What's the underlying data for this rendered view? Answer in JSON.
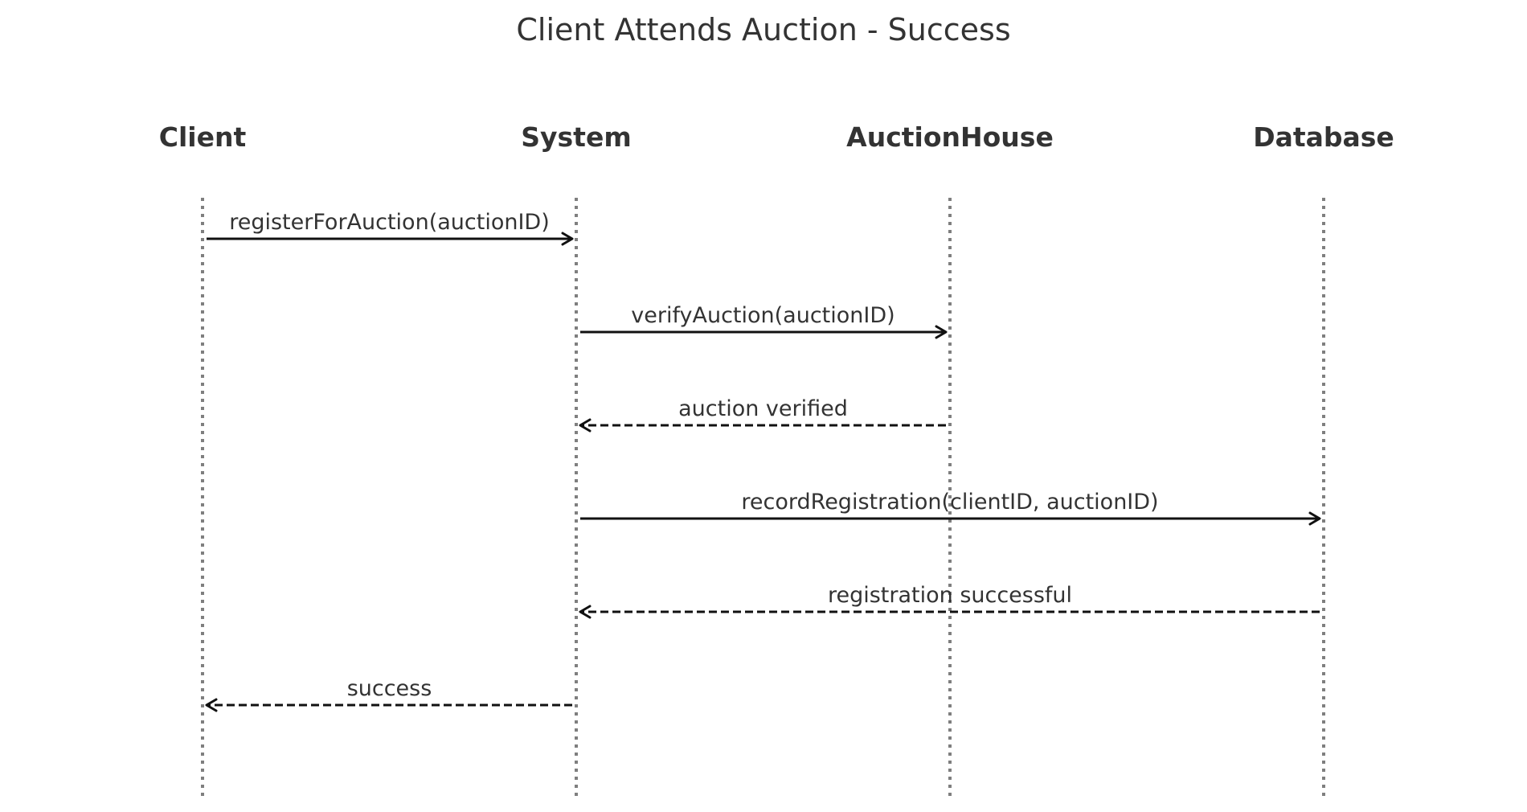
{
  "diagram": {
    "title": "Client Attends Auction - Success",
    "participants": [
      {
        "id": "client",
        "label": "Client"
      },
      {
        "id": "system",
        "label": "System"
      },
      {
        "id": "auctionhouse",
        "label": "AuctionHouse"
      },
      {
        "id": "database",
        "label": "Database"
      }
    ],
    "messages": [
      {
        "from": "client",
        "to": "system",
        "label": "registerForAuction(auctionID)",
        "kind": "call"
      },
      {
        "from": "system",
        "to": "auctionhouse",
        "label": "verifyAuction(auctionID)",
        "kind": "call"
      },
      {
        "from": "auctionhouse",
        "to": "system",
        "label": "auction verified",
        "kind": "return"
      },
      {
        "from": "system",
        "to": "database",
        "label": "recordRegistration(clientID, auctionID)",
        "kind": "call"
      },
      {
        "from": "database",
        "to": "system",
        "label": "registration successful",
        "kind": "return"
      },
      {
        "from": "system",
        "to": "client",
        "label": "success",
        "kind": "return"
      }
    ]
  }
}
